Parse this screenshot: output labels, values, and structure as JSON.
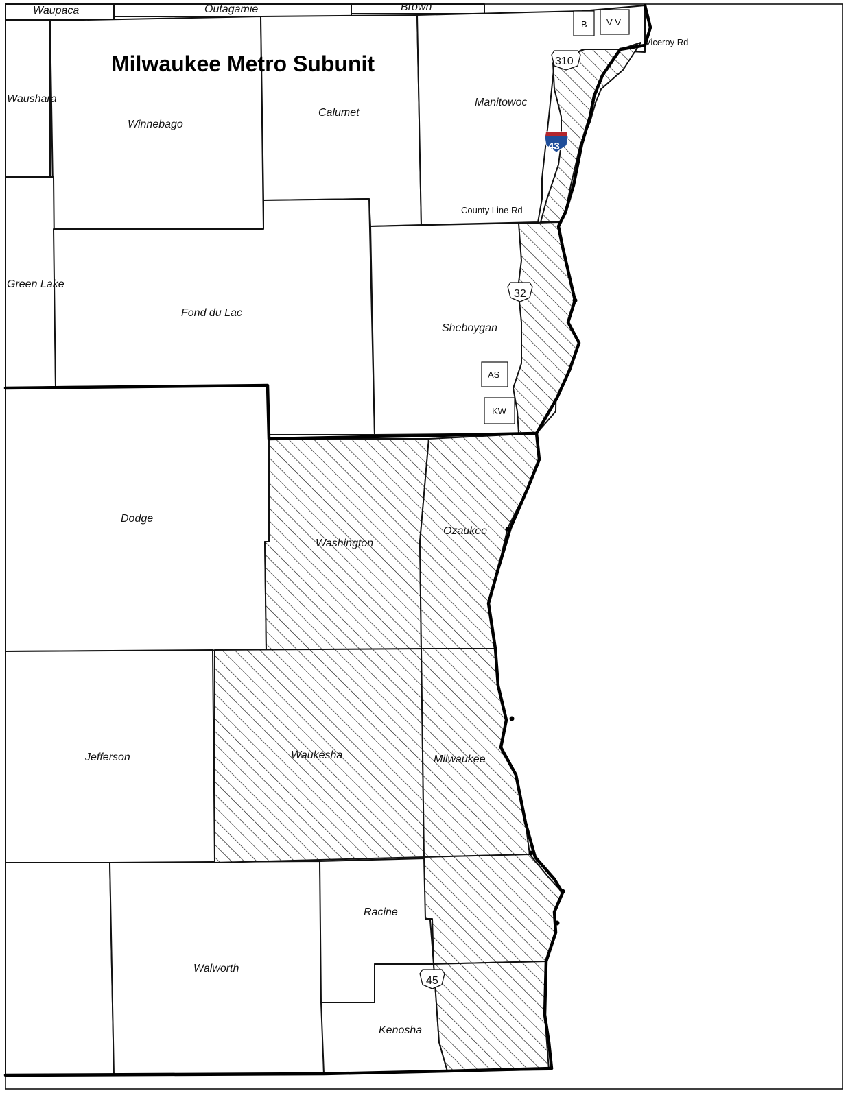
{
  "title": "Milwaukee Metro Subunit",
  "counties": {
    "waupaca": "Waupaca",
    "outagamie": "Outagamie",
    "brown": "Brown",
    "waushara": "Waushara",
    "winnebago": "Winnebago",
    "calumet": "Calumet",
    "manitowoc": "Manitowoc",
    "green_lake": "Green Lake",
    "fond_du_lac": "Fond du Lac",
    "sheboygan": "Sheboygan",
    "dodge": "Dodge",
    "washington": "Washington",
    "ozaukee": "Ozaukee",
    "jefferson": "Jefferson",
    "waukesha": "Waukesha",
    "milwaukee": "Milwaukee",
    "racine": "Racine",
    "walworth": "Walworth",
    "kenosha": "Kenosha"
  },
  "roads": {
    "viceroy": "Viceroy Rd",
    "county_line": "County Line Rd"
  },
  "shields": {
    "us310": "310",
    "i43": "43",
    "us32": "32",
    "us45": "45"
  },
  "boxes": {
    "b": "B",
    "vv": "V V",
    "as": "AS",
    "kw": "KW"
  },
  "colors": {
    "interstate_red": "#b3262d",
    "interstate_blue": "#1f4e9a",
    "outline": "#000000"
  }
}
